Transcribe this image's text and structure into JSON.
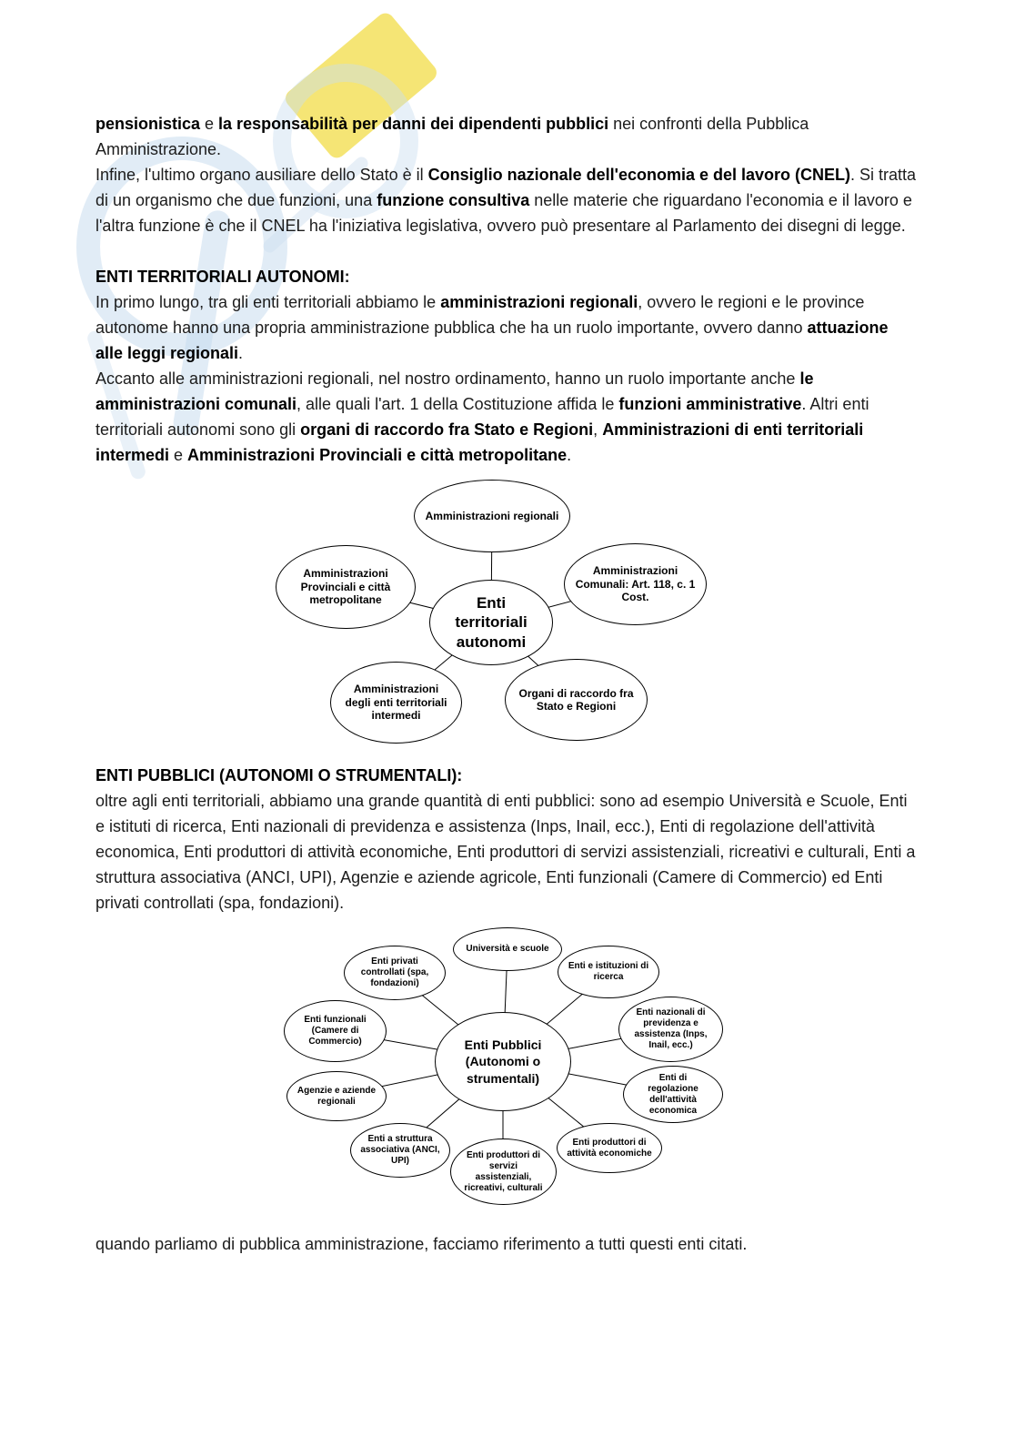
{
  "colors": {
    "text": "#1c1c1c",
    "watermark_yellow": "#f2df52",
    "watermark_blue": "#c3d9ee",
    "node_border": "#000000"
  },
  "doc": {
    "p1": [
      {
        "t": "pensionistica",
        "b": true
      },
      {
        "t": " e ",
        "b": false
      },
      {
        "t": "la responsabilità per danni dei dipendenti pubblici",
        "b": true
      },
      {
        "t": " nei confronti della Pubblica Amministrazione.",
        "b": false
      }
    ],
    "p2": [
      {
        "t": "Infine, l'ultimo organo ausiliare dello Stato è il ",
        "b": false
      },
      {
        "t": "Consiglio nazionale dell'economia e del lavoro (CNEL)",
        "b": true
      },
      {
        "t": ". Si tratta di un organismo che due funzioni, una ",
        "b": false
      },
      {
        "t": "funzione consultiva",
        "b": true
      },
      {
        "t": " nelle materie che riguardano l'economia e il lavoro e l'altra funzione è che il CNEL ha l'iniziativa legislativa, ovvero può presentare al Parlamento dei disegni di legge.",
        "b": false
      }
    ],
    "h1": [
      {
        "t": "ENTI TERRITORIALI AUTONOMI",
        "b": true
      },
      {
        "t": ":",
        "b": false
      }
    ],
    "p3": [
      {
        "t": "In primo lungo, tra gli enti territoriali abbiamo le ",
        "b": false
      },
      {
        "t": "amministrazioni regionali",
        "b": true
      },
      {
        "t": ", ovvero le regioni e le province autonome hanno una propria amministrazione pubblica che ha un ruolo importante, ovvero danno ",
        "b": false
      },
      {
        "t": "attuazione alle leggi regionali",
        "b": true
      },
      {
        "t": ".",
        "b": false
      }
    ],
    "p4": [
      {
        "t": "Accanto alle amministrazioni regionali, nel nostro ordinamento, hanno un ruolo importante anche ",
        "b": false
      },
      {
        "t": "le amministrazioni comunali",
        "b": true
      },
      {
        "t": ", alle quali l'art. 1 della Costituzione affida le ",
        "b": false
      },
      {
        "t": "funzioni amministrative",
        "b": true
      },
      {
        "t": ". Altri enti territoriali autonomi sono gli ",
        "b": false
      },
      {
        "t": "organi di raccordo fra Stato e Regioni",
        "b": true
      },
      {
        "t": ", ",
        "b": false
      },
      {
        "t": "Amministrazioni di enti territoriali intermedi",
        "b": true
      },
      {
        "t": " e ",
        "b": false
      },
      {
        "t": "Amministrazioni Provinciali e città metropolitane",
        "b": true
      },
      {
        "t": ".",
        "b": false
      }
    ],
    "h2": [
      {
        "t": "ENTI PUBBLICI (AUTONOMI O STRUMENTALI):",
        "b": true
      }
    ],
    "p5": [
      {
        "t": "oltre agli enti territoriali, abbiamo una grande quantità di enti pubblici: sono ad esempio Università e Scuole, Enti e istituti di ricerca, Enti nazionali di previdenza e assistenza (Inps, Inail, ecc.), Enti di regolazione dell'attività economica, Enti produttori di attività economiche, Enti produttori di servizi assistenziali, ricreativi e culturali, Enti a struttura associativa (ANCI, UPI), Agenzie e aziende agricole, Enti funzionali (Camere di Commercio) ed Enti privati controllati (spa, fondazioni).",
        "b": false
      }
    ],
    "p6": [
      {
        "t": "quando parliamo di pubblica amministrazione, facciamo riferimento a tutti questi enti citati.",
        "b": false
      }
    ]
  },
  "diagram1": {
    "center": "Enti territoriali autonomi",
    "nodes": [
      {
        "label": "Amministrazioni regionali"
      },
      {
        "label": "Amministrazioni Provinciali e città metropolitane"
      },
      {
        "label": "Amministrazioni Comunali: Art. 118, c. 1 Cost."
      },
      {
        "label": "Amministrazioni degli enti territoriali intermedi"
      },
      {
        "label": "Organi di raccordo fra Stato e Regioni"
      }
    ]
  },
  "diagram2": {
    "center": "Enti Pubblici (Autonomi o strumentali)",
    "nodes": [
      {
        "label": "Università e scuole"
      },
      {
        "label": "Enti e istituzioni di ricerca"
      },
      {
        "label": "Enti nazionali di previdenza e assistenza (Inps, Inail, ecc.)"
      },
      {
        "label": "Enti di regolazione dell'attività economica"
      },
      {
        "label": "Enti produttori di attività economiche"
      },
      {
        "label": "Enti produttori di servizi assistenziali, ricreativi, culturali"
      },
      {
        "label": "Enti a struttura associativa (ANCI, UPI)"
      },
      {
        "label": "Agenzie e aziende regionali"
      },
      {
        "label": "Enti funzionali (Camere di Commercio)"
      },
      {
        "label": "Enti privati controllati (spa, fondazioni)"
      }
    ]
  }
}
